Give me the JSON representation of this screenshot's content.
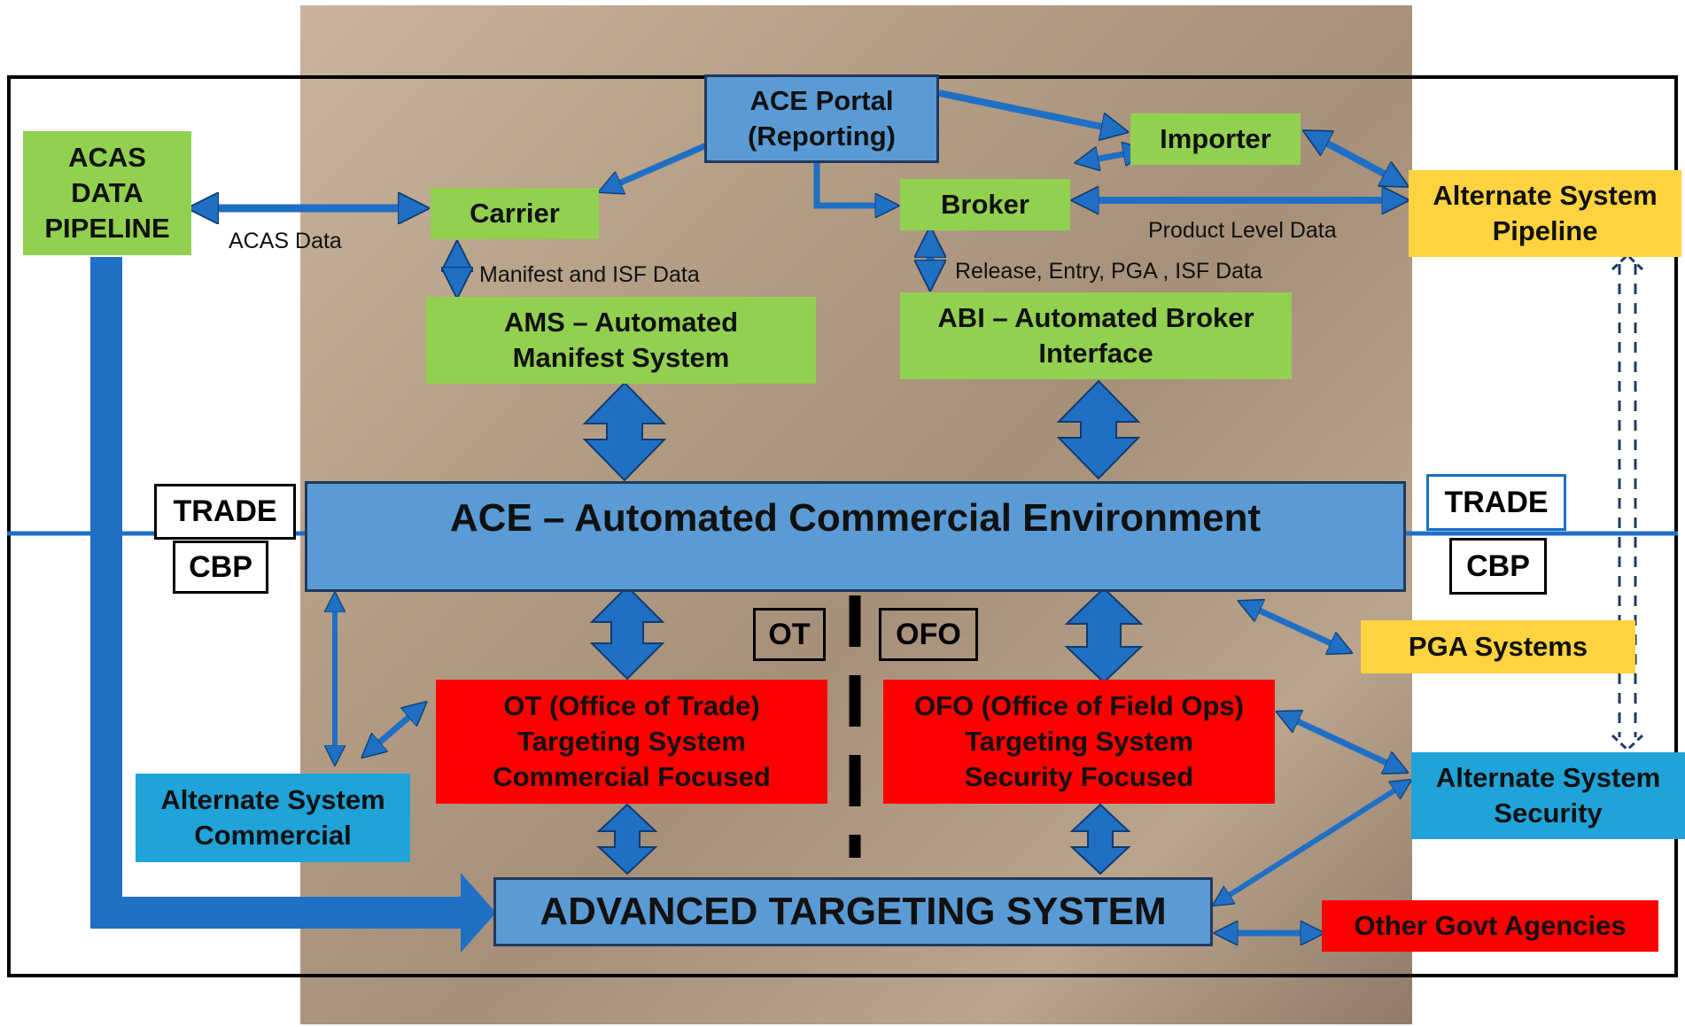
{
  "boxes": {
    "acas_pipeline": "ACAS\nDATA\nPIPELINE",
    "ace_portal": "ACE Portal\n(Reporting)",
    "carrier": "Carrier",
    "importer": "Importer",
    "broker": "Broker",
    "alt_pipeline": "Alternate System\nPipeline",
    "ams": "AMS – Automated\nManifest System",
    "abi": "ABI – Automated Broker\nInterface",
    "ace": "ACE – Automated Commercial Environment",
    "pga": "PGA Systems",
    "ot_system": "OT (Office of Trade)\nTargeting System\nCommercial Focused",
    "ofo_system": "OFO (Office of Field Ops)\nTargeting System\nSecurity Focused",
    "alt_commercial": "Alternate  System\nCommercial",
    "alt_security": "Alternate System\nSecurity",
    "ats": "ADVANCED TARGETING  SYSTEM",
    "other_agencies": "Other Govt Agencies"
  },
  "tags": {
    "trade_left": "TRADE",
    "cbp_left": "CBP",
    "trade_right": "TRADE",
    "cbp_right": "CBP",
    "ot": "OT",
    "ofo": "OFO"
  },
  "labels": {
    "acas_data": "ACAS Data",
    "manifest_isf": "Manifest and ISF Data",
    "product_level": "Product Level Data",
    "release_entry": "Release, Entry, PGA , ISF Data"
  },
  "colors": {
    "green": "#92d050",
    "ace_blue": "#5b9bd5",
    "arrow_blue": "#1f6fc5",
    "red": "#ff0000",
    "yellow": "#ffd33f",
    "cyan": "#1fa3d8"
  }
}
